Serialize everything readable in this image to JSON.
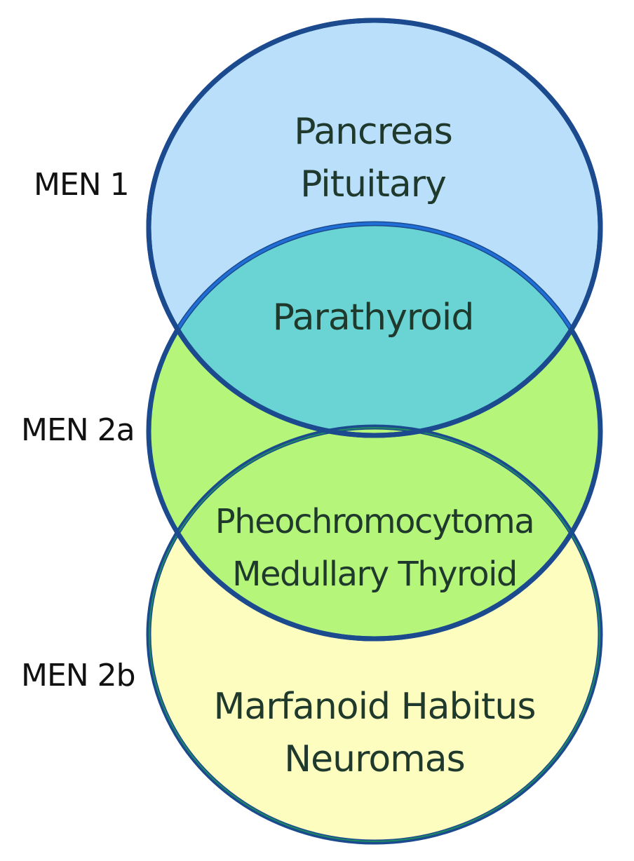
{
  "sets": [
    {
      "id": "men1",
      "label": "MEN 1",
      "fill": "#b9dffb"
    },
    {
      "id": "men2a",
      "label": "MEN 2a",
      "fill": "#b5f57a"
    },
    {
      "id": "men2b",
      "label": "MEN 2b",
      "fill": "#fdfdc0"
    }
  ],
  "colors": {
    "outline": "#1b4a8f",
    "overlap_men1_men2a": "#6ad4d4",
    "overlap_men2a_men2b": "#b5f57a"
  },
  "regions": {
    "men1_only": [
      "Pancreas",
      "Pituitary"
    ],
    "men1_men2a": [
      "Parathyroid"
    ],
    "men2a_men2b": [
      "Pheochromocytoma",
      "Medullary Thyroid"
    ],
    "men2b_only": [
      "Marfanoid Habitus",
      "Neuromas"
    ]
  }
}
